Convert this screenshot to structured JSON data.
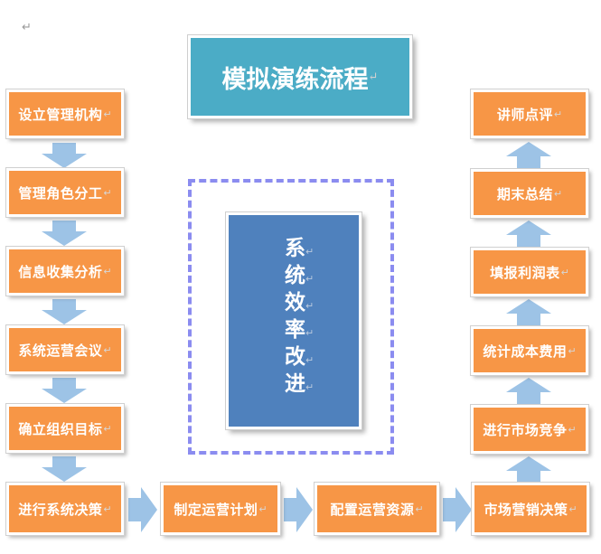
{
  "title": "模拟演练流程",
  "center_text": [
    "系",
    "统",
    "效",
    "率",
    "改",
    "进"
  ],
  "left_column": [
    "设立管理机构",
    "管理角色分工",
    "信息收集分析",
    "系统运营会议",
    "确立组织目标",
    "进行系统决策"
  ],
  "bottom_row": [
    "制定运营计划",
    "配置运营资源",
    "市场营销决策"
  ],
  "right_column": [
    "进行市场竞争",
    "统计成本费用",
    "填报利润表",
    "期末总结",
    "讲师点评"
  ],
  "return_mark": "↵",
  "colors": {
    "step_box": "#f79646",
    "title_box": "#4bacc6",
    "center_box": "#4f81bd",
    "arrow": "#9dc3e6",
    "dashed_border": "#8b8cf0"
  }
}
